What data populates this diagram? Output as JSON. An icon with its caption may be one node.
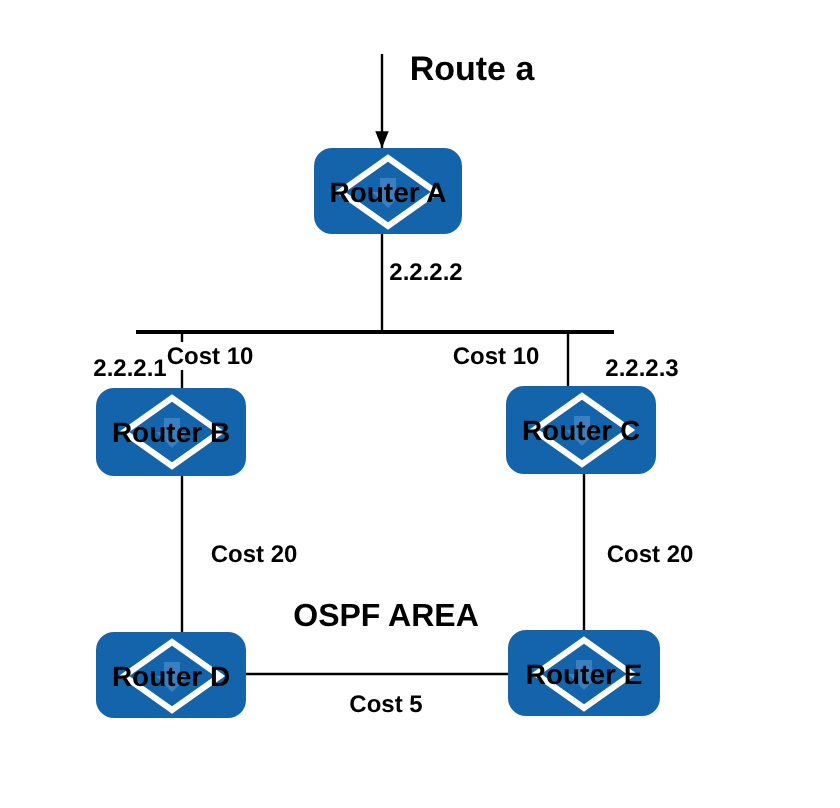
{
  "diagram": {
    "nodes": [
      {
        "text": [
          "Router A"
        ]
      },
      {
        "text": [],
        "shape": "bar"
      },
      {
        "text": [
          "Router B"
        ]
      },
      {
        "text": [
          "Router C"
        ]
      },
      {
        "text": [
          "Router D"
        ]
      },
      {
        "text": [
          "Router E"
        ]
      }
    ],
    "edges": [
      {
        "from": null,
        "to": 0,
        "arrow": "to",
        "label": "Route a"
      },
      {
        "from": 0,
        "to": 1,
        "arrow": "none"
      },
      {
        "from": 1,
        "to": 2,
        "arrow": "none",
        "label": "Cost 10"
      },
      {
        "from": 1,
        "to": 3,
        "arrow": "none",
        "label": "Cost 10"
      },
      {
        "from": 2,
        "to": 4,
        "arrow": "none",
        "label": "Cost 20"
      },
      {
        "from": 3,
        "to": 5,
        "arrow": "none",
        "label": "Cost 20"
      },
      {
        "from": 4,
        "to": 5,
        "arrow": "none",
        "label": "Cost 5"
      }
    ],
    "labels": [
      "2.2.2.2",
      "2.2.2.1",
      "2.2.2.3",
      "OSPF AREA"
    ]
  }
}
